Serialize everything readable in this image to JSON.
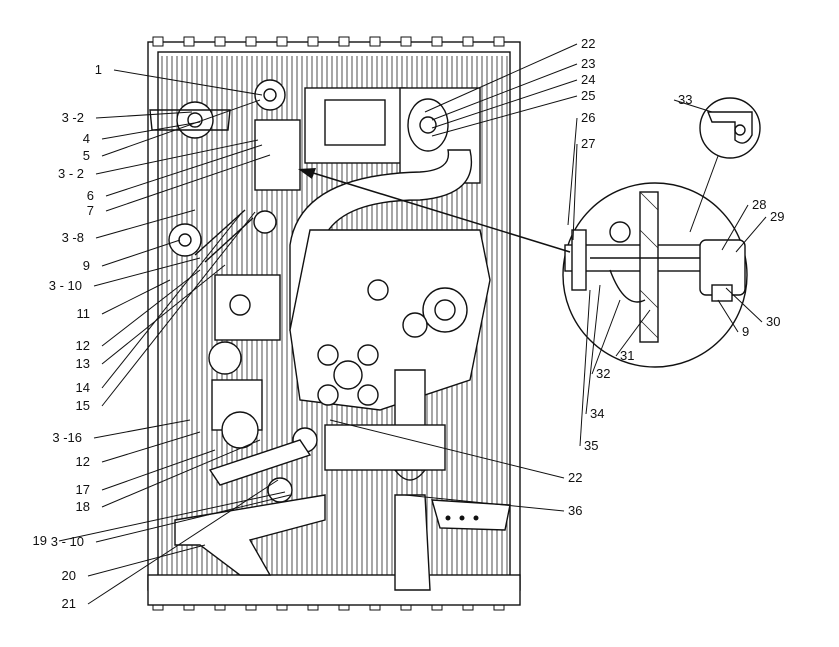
{
  "figure": {
    "callouts": [
      {
        "label": "1"
      },
      {
        "label": "3 -2"
      },
      {
        "label": "4"
      },
      {
        "label": "5"
      },
      {
        "label": "3 - 2"
      },
      {
        "label": "6"
      },
      {
        "label": "7"
      },
      {
        "label": "3 -8"
      },
      {
        "label": "9"
      },
      {
        "label": "3 - 10"
      },
      {
        "label": "11"
      },
      {
        "label": "12"
      },
      {
        "label": "13"
      },
      {
        "label": "14"
      },
      {
        "label": "15"
      },
      {
        "label": "3 -16"
      },
      {
        "label": "12"
      },
      {
        "label": "17"
      },
      {
        "label": "18"
      },
      {
        "label": "19"
      },
      {
        "label": "3 - 10"
      },
      {
        "label": "20"
      },
      {
        "label": "21"
      },
      {
        "label": "22"
      },
      {
        "label": "23"
      },
      {
        "label": "24"
      },
      {
        "label": "25"
      },
      {
        "label": "26"
      },
      {
        "label": "27"
      },
      {
        "label": "22"
      },
      {
        "label": "36"
      },
      {
        "label": "33"
      },
      {
        "label": "28"
      },
      {
        "label": "29"
      },
      {
        "label": "30"
      },
      {
        "label": "9"
      },
      {
        "label": "31"
      },
      {
        "label": "32"
      },
      {
        "label": "34"
      },
      {
        "label": "35"
      }
    ]
  }
}
